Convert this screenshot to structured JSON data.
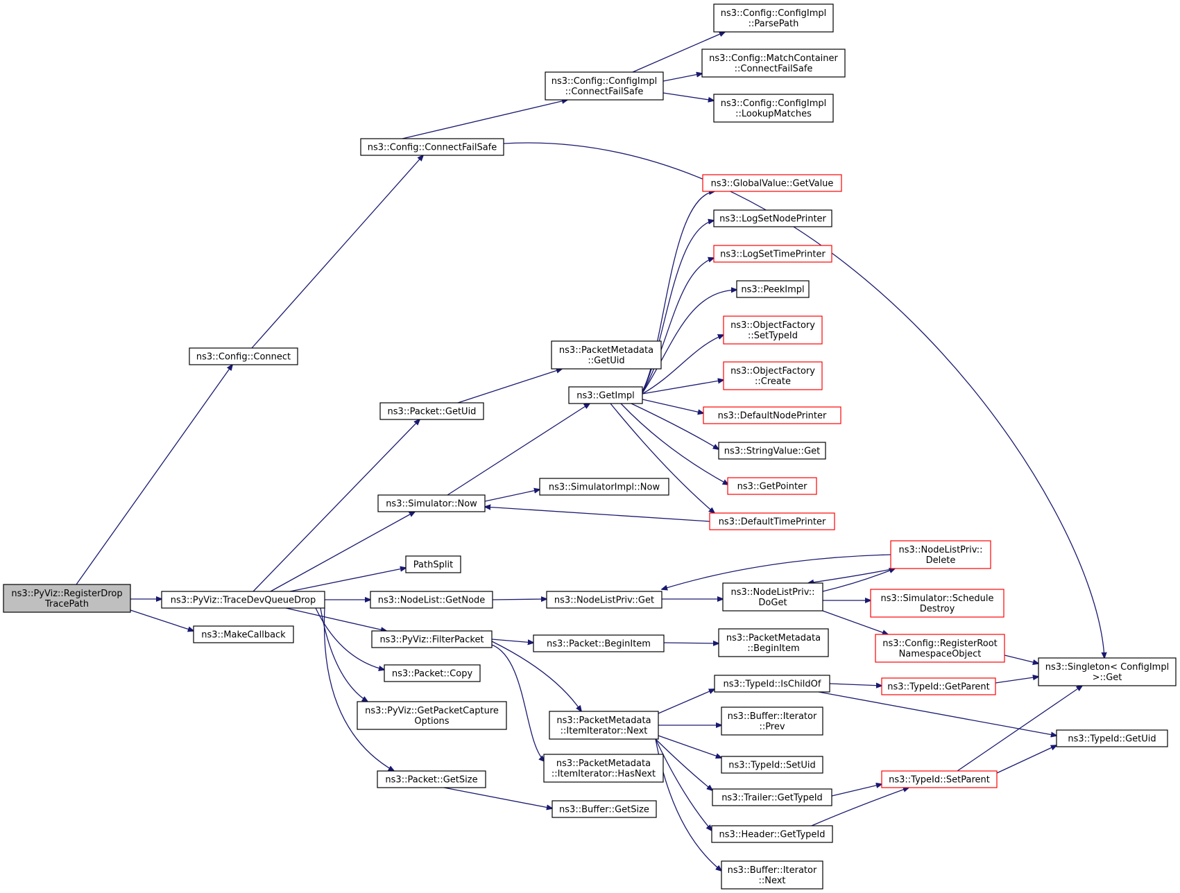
{
  "nodes": [
    {
      "id": "register",
      "lines": [
        "ns3::PyViz::RegisterDrop",
        "TracePath"
      ],
      "style": "root"
    },
    {
      "id": "config_connect",
      "lines": [
        "ns3::Config::Connect"
      ],
      "style": "black"
    },
    {
      "id": "trace_dev",
      "lines": [
        "ns3::PyViz::TraceDevQueueDrop"
      ],
      "style": "black"
    },
    {
      "id": "make_callback",
      "lines": [
        "ns3::MakeCallback"
      ],
      "style": "black"
    },
    {
      "id": "config_cfs",
      "lines": [
        "ns3::Config::ConnectFailSafe"
      ],
      "style": "black"
    },
    {
      "id": "cfgimpl_cfs",
      "lines": [
        "ns3::Config::ConfigImpl",
        "::ConnectFailSafe"
      ],
      "style": "black"
    },
    {
      "id": "parsepath",
      "lines": [
        "ns3::Config::ConfigImpl",
        "::ParsePath"
      ],
      "style": "black"
    },
    {
      "id": "mc_cfs",
      "lines": [
        "ns3::Config::MatchContainer",
        "::ConnectFailSafe"
      ],
      "style": "black"
    },
    {
      "id": "lookup",
      "lines": [
        "ns3::Config::ConfigImpl",
        "::LookupMatches"
      ],
      "style": "black"
    },
    {
      "id": "packet_getuid",
      "lines": [
        "ns3::Packet::GetUid"
      ],
      "style": "black"
    },
    {
      "id": "pm_getuid",
      "lines": [
        "ns3::PacketMetadata",
        "::GetUid"
      ],
      "style": "black"
    },
    {
      "id": "getimpl",
      "lines": [
        "ns3::GetImpl"
      ],
      "style": "black"
    },
    {
      "id": "gv_getvalue",
      "lines": [
        "ns3::GlobalValue::GetValue"
      ],
      "style": "red"
    },
    {
      "id": "lognodeprinter",
      "lines": [
        "ns3::LogSetNodePrinter"
      ],
      "style": "black"
    },
    {
      "id": "logtimeprinter",
      "lines": [
        "ns3::LogSetTimePrinter"
      ],
      "style": "red"
    },
    {
      "id": "peekimpl",
      "lines": [
        "ns3::PeekImpl"
      ],
      "style": "black"
    },
    {
      "id": "of_settypeid",
      "lines": [
        "ns3::ObjectFactory",
        "::SetTypeId"
      ],
      "style": "red"
    },
    {
      "id": "of_create",
      "lines": [
        "ns3::ObjectFactory",
        "::Create"
      ],
      "style": "red"
    },
    {
      "id": "defnodeprinter",
      "lines": [
        "ns3::DefaultNodePrinter"
      ],
      "style": "red"
    },
    {
      "id": "stringvalue_get",
      "lines": [
        "ns3::StringValue::Get"
      ],
      "style": "black"
    },
    {
      "id": "getpointer",
      "lines": [
        "ns3::GetPointer"
      ],
      "style": "red"
    },
    {
      "id": "deftimeprinter",
      "lines": [
        "ns3::DefaultTimePrinter"
      ],
      "style": "red"
    },
    {
      "id": "sim_now",
      "lines": [
        "ns3::Simulator::Now"
      ],
      "style": "black"
    },
    {
      "id": "simimpl_now",
      "lines": [
        "ns3::SimulatorImpl::Now"
      ],
      "style": "black"
    },
    {
      "id": "pathsplit",
      "lines": [
        "PathSplit"
      ],
      "style": "black"
    },
    {
      "id": "nodelist_getnode",
      "lines": [
        "ns3::NodeList::GetNode"
      ],
      "style": "black"
    },
    {
      "id": "nlp_get",
      "lines": [
        "ns3::NodeListPriv::Get"
      ],
      "style": "black"
    },
    {
      "id": "nlp_doget",
      "lines": [
        "ns3::NodeListPriv::",
        "DoGet"
      ],
      "style": "black"
    },
    {
      "id": "nlp_delete",
      "lines": [
        "ns3::NodeListPriv::",
        "Delete"
      ],
      "style": "red"
    },
    {
      "id": "sim_schedule",
      "lines": [
        "ns3::Simulator::Schedule",
        "Destroy"
      ],
      "style": "red"
    },
    {
      "id": "cfg_regroot",
      "lines": [
        "ns3::Config::RegisterRoot",
        "NamespaceObject"
      ],
      "style": "red"
    },
    {
      "id": "singleton_get",
      "lines": [
        "ns3::Singleton< ConfigImpl",
        ">::Get"
      ],
      "style": "black"
    },
    {
      "id": "filterpacket",
      "lines": [
        "ns3::PyViz::FilterPacket"
      ],
      "style": "black"
    },
    {
      "id": "packet_beginitem",
      "lines": [
        "ns3::Packet::BeginItem"
      ],
      "style": "black"
    },
    {
      "id": "pm_beginitem",
      "lines": [
        "ns3::PacketMetadata",
        "::BeginItem"
      ],
      "style": "black"
    },
    {
      "id": "packet_copy",
      "lines": [
        "ns3::Packet::Copy"
      ],
      "style": "black"
    },
    {
      "id": "getcapture",
      "lines": [
        "ns3::PyViz::GetPacketCapture",
        "Options"
      ],
      "style": "black"
    },
    {
      "id": "pm_ii_next",
      "lines": [
        "ns3::PacketMetadata",
        "::ItemIterator::Next"
      ],
      "style": "black"
    },
    {
      "id": "pm_ii_hasnext",
      "lines": [
        "ns3::PacketMetadata",
        "::ItemIterator::HasNext"
      ],
      "style": "black"
    },
    {
      "id": "packet_getsize",
      "lines": [
        "ns3::Packet::GetSize"
      ],
      "style": "black"
    },
    {
      "id": "buffer_getsize",
      "lines": [
        "ns3::Buffer::GetSize"
      ],
      "style": "black"
    },
    {
      "id": "typeid_ischildof",
      "lines": [
        "ns3::TypeId::IsChildOf"
      ],
      "style": "black"
    },
    {
      "id": "typeid_getparent",
      "lines": [
        "ns3::TypeId::GetParent"
      ],
      "style": "red"
    },
    {
      "id": "buffer_iter_prev",
      "lines": [
        "ns3::Buffer::Iterator",
        "::Prev"
      ],
      "style": "black"
    },
    {
      "id": "typeid_getuid",
      "lines": [
        "ns3::TypeId::GetUid"
      ],
      "style": "black"
    },
    {
      "id": "typeid_setuid",
      "lines": [
        "ns3::TypeId::SetUid"
      ],
      "style": "black"
    },
    {
      "id": "typeid_setparent",
      "lines": [
        "ns3::TypeId::SetParent"
      ],
      "style": "red"
    },
    {
      "id": "trailer_gettypeid",
      "lines": [
        "ns3::Trailer::GetTypeId"
      ],
      "style": "black"
    },
    {
      "id": "header_gettypeid",
      "lines": [
        "ns3::Header::GetTypeId"
      ],
      "style": "black"
    },
    {
      "id": "buffer_iter_next",
      "lines": [
        "ns3::Buffer::Iterator",
        "::Next"
      ],
      "style": "black"
    }
  ],
  "edges": [
    [
      "register",
      "config_connect"
    ],
    [
      "register",
      "trace_dev"
    ],
    [
      "register",
      "make_callback"
    ],
    [
      "config_connect",
      "config_cfs"
    ],
    [
      "config_cfs",
      "cfgimpl_cfs"
    ],
    [
      "config_cfs",
      "singleton_get"
    ],
    [
      "cfgimpl_cfs",
      "parsepath"
    ],
    [
      "cfgimpl_cfs",
      "mc_cfs"
    ],
    [
      "cfgimpl_cfs",
      "lookup"
    ],
    [
      "trace_dev",
      "packet_getuid"
    ],
    [
      "trace_dev",
      "sim_now"
    ],
    [
      "trace_dev",
      "pathsplit"
    ],
    [
      "trace_dev",
      "nodelist_getnode"
    ],
    [
      "trace_dev",
      "filterpacket"
    ],
    [
      "trace_dev",
      "packet_copy"
    ],
    [
      "trace_dev",
      "getcapture"
    ],
    [
      "trace_dev",
      "packet_getsize"
    ],
    [
      "packet_getuid",
      "pm_getuid"
    ],
    [
      "sim_now",
      "getimpl"
    ],
    [
      "sim_now",
      "simimpl_now"
    ],
    [
      "getimpl",
      "gv_getvalue"
    ],
    [
      "getimpl",
      "lognodeprinter"
    ],
    [
      "getimpl",
      "logtimeprinter"
    ],
    [
      "getimpl",
      "peekimpl"
    ],
    [
      "getimpl",
      "of_settypeid"
    ],
    [
      "getimpl",
      "of_create"
    ],
    [
      "getimpl",
      "defnodeprinter"
    ],
    [
      "getimpl",
      "stringvalue_get"
    ],
    [
      "getimpl",
      "getpointer"
    ],
    [
      "getimpl",
      "deftimeprinter"
    ],
    [
      "deftimeprinter",
      "sim_now"
    ],
    [
      "nodelist_getnode",
      "nlp_get"
    ],
    [
      "nlp_get",
      "nlp_doget"
    ],
    [
      "nlp_doget",
      "nlp_delete"
    ],
    [
      "nlp_doget",
      "sim_schedule"
    ],
    [
      "nlp_doget",
      "cfg_regroot"
    ],
    [
      "nlp_delete",
      "nlp_get"
    ],
    [
      "nlp_delete",
      "nlp_doget"
    ],
    [
      "cfg_regroot",
      "singleton_get"
    ],
    [
      "filterpacket",
      "packet_beginitem"
    ],
    [
      "filterpacket",
      "pm_ii_next"
    ],
    [
      "filterpacket",
      "pm_ii_hasnext"
    ],
    [
      "packet_beginitem",
      "pm_beginitem"
    ],
    [
      "packet_getsize",
      "buffer_getsize"
    ],
    [
      "pm_ii_next",
      "typeid_ischildof"
    ],
    [
      "pm_ii_next",
      "buffer_iter_prev"
    ],
    [
      "pm_ii_next",
      "typeid_setuid"
    ],
    [
      "pm_ii_next",
      "trailer_gettypeid"
    ],
    [
      "pm_ii_next",
      "header_gettypeid"
    ],
    [
      "pm_ii_next",
      "buffer_iter_next"
    ],
    [
      "typeid_ischildof",
      "typeid_getparent"
    ],
    [
      "typeid_ischildof",
      "typeid_getuid"
    ],
    [
      "typeid_getparent",
      "singleton_get"
    ],
    [
      "trailer_gettypeid",
      "typeid_setparent"
    ],
    [
      "header_gettypeid",
      "typeid_setparent"
    ],
    [
      "typeid_setparent",
      "singleton_get"
    ],
    [
      "typeid_setparent",
      "typeid_getuid"
    ]
  ]
}
